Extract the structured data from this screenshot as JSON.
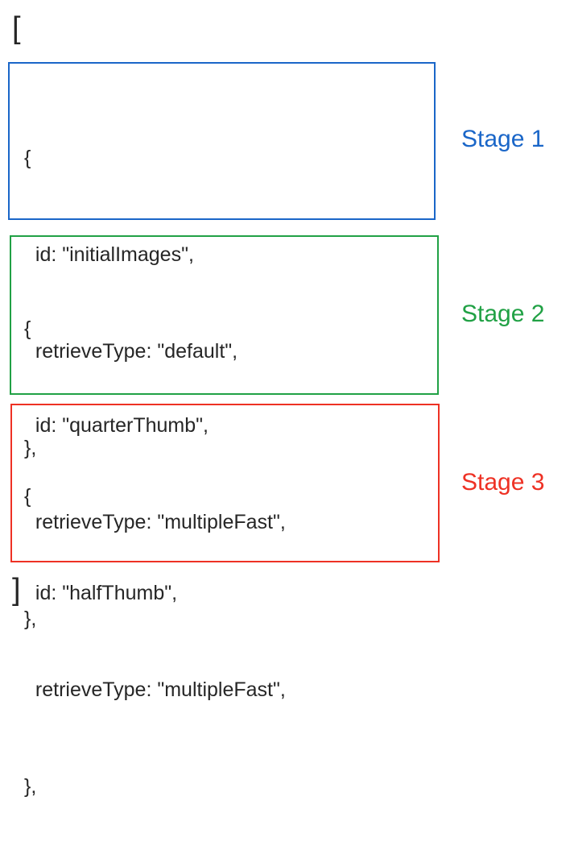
{
  "array": {
    "open_bracket": "[",
    "close_bracket": "]"
  },
  "colors": {
    "stage1": "#1a66c8",
    "stage2": "#21a145",
    "stage3": "#ee3124",
    "code_text": "#262626",
    "background": "#ffffff"
  },
  "stages": [
    {
      "label": "Stage 1",
      "color": "#1a66c8",
      "code": {
        "line1": "{",
        "line2": "  id: \"initialImages\",",
        "line3": "  retrieveType: \"default\",",
        "line4": "},"
      },
      "id_key": "id",
      "id_value": "initialImages",
      "retrieve_type_key": "retrieveType",
      "retrieve_type_value": "default"
    },
    {
      "label": "Stage 2",
      "color": "#21a145",
      "code": {
        "line1": "{",
        "line2": "  id: \"quarterThumb\",",
        "line3": "  retrieveType: \"multipleFast\",",
        "line4": "},"
      },
      "id_key": "id",
      "id_value": "quarterThumb",
      "retrieve_type_key": "retrieveType",
      "retrieve_type_value": "multipleFast"
    },
    {
      "label": "Stage 3",
      "color": "#ee3124",
      "code": {
        "line1": "{",
        "line2": "  id: \"halfThumb\",",
        "line3": "  retrieveType: \"multipleFast\",",
        "line4": "},"
      },
      "id_key": "id",
      "id_value": "halfThumb",
      "retrieve_type_key": "retrieveType",
      "retrieve_type_value": "multipleFast"
    }
  ]
}
